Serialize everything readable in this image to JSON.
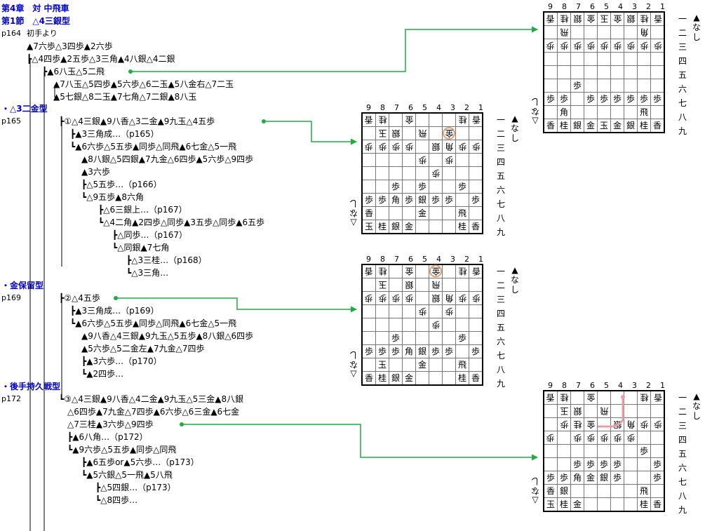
{
  "colors": {
    "heading": "#0000cc",
    "arrow": "#22aa44",
    "highlight": "#e8a070",
    "route": "#e8a0a8"
  },
  "headings": {
    "chapter": "第4章　対 中飛車",
    "section": "第1節　△4三銀型"
  },
  "labels": {
    "sub1": "・△3二金型",
    "sub2": "・金保留型",
    "sub3": "・後手持久戦型"
  },
  "pages": {
    "p164": "p164",
    "p165": "p165",
    "p169": "p169",
    "p172": "p172",
    "ref": "初手より"
  },
  "moves": [
    "▲7六歩△3四歩▲2六歩",
    "┣△4四歩▲2五歩△3三角▲4八銀△4二銀",
    "┣▲6八玉△5二飛",
    "▲7八玉△5四歩▲5六歩△6二玉▲5八金右△7二玉",
    "▲5七銀△8二玉▲7七角△7二銀▲8八玉",
    "┣①△4三銀▲9八香△3二金▲9九玉△4五歩",
    "┣▲3三角成…（p165）",
    "┗▲6六歩△5五歩▲同歩△同飛▲6七金△5一飛",
    "▲8八銀△5四銀▲7九金△6四歩▲5六歩△9四歩",
    "▲3六歩",
    "┣△5五歩…（p166）",
    "┗△9五歩▲8六角",
    "┣△6三銀上…（p167）",
    "┗△4二角▲2四歩△同歩▲3五歩△同歩▲6五歩",
    "┣△同歩…（p167）",
    "┗△同銀▲7七角",
    "┣△3三桂…（p168）",
    "┗△3三角…",
    "┣②△4五歩",
    "┣▲3三角成…（p169）",
    "┗▲6六歩△5五歩▲同歩△同飛▲6七金△5一飛",
    "▲9八香△4三銀▲9九玉△5五歩▲8八銀△6四歩",
    "▲5六歩△5二金左▲7九金△7四歩",
    "┣▲3六歩…（p170）",
    "┗▲2四歩…",
    "┗③△4三銀▲9八香△4二金▲9九玉△5三金▲8八銀",
    "△6四歩▲7九金△7四歩▲6六歩△6三金▲6七金",
    "△7三桂▲3六歩△9四歩",
    "┣▲6八角…（p172）",
    "┗▲9六歩△5五歩▲同歩△同飛",
    "┣▲6五歩or▲5六歩…（p173）",
    "┗▲5六銀△5一飛▲5八飛",
    "┣△5四銀…（p173）",
    "┗△8四歩…"
  ],
  "files": [
    "9",
    "8",
    "7",
    "6",
    "5",
    "4",
    "3",
    "2",
    "1"
  ],
  "ranks": [
    "一",
    "二",
    "三",
    "四",
    "五",
    "六",
    "七",
    "八",
    "九"
  ],
  "hands": {
    "black": "▲なし",
    "white": "△なし"
  },
  "boards": [
    {
      "id": "board1",
      "hl": [],
      "rows": [
        "v香v桂v銀v金v玉v金v銀v桂v香",
        "・v飛・・・・・v角・",
        "v歩v歩v歩v歩v歩v歩v歩v歩v歩",
        "・・・・・・・・・",
        "・・・・・・・・・",
        "・・歩・・・・・・",
        "歩歩・歩歩歩歩歩歩",
        "・角・・・・・飛・",
        "香桂銀金玉金銀桂香"
      ]
    },
    {
      "id": "board2",
      "hl": [
        [
          1,
          6
        ]
      ],
      "rows": [
        "v香v桂・v金・・・v桂v香",
        "・v玉v銀・v飛・v金・・",
        "v歩v歩v歩v歩・v銀v角v歩v歩",
        "・・・・v歩・v歩・・",
        "・・・・・v歩・・・",
        "・・歩・歩・・歩・",
        "歩歩角歩銀歩歩・歩",
        "香・・・金・・飛・",
        "玉桂銀金・・・桂香"
      ]
    },
    {
      "id": "board3",
      "hl": [
        [
          0,
          5
        ]
      ],
      "rows": [
        "v香v桂・v金・v金・v桂v香",
        "・v玉・v銀・v飛・・・",
        "v歩v歩v歩v歩・v銀v角v歩v歩",
        "・・・・v歩・v歩・・",
        "・・・・・v歩・・・",
        "・・歩・・・・歩・",
        "歩歩歩角銀歩歩・歩",
        "・玉・・金・・飛・",
        "香桂銀金・・・桂香"
      ]
    },
    {
      "id": "board4",
      "hl": [],
      "rows": [
        "v香v桂・v金・・・v桂v香",
        "・v玉v銀・v飛・・・・",
        "・v歩v桂v金・v銀v角v歩v歩",
        "v歩・v歩v歩v歩v歩v歩・・",
        "・・・・・・・歩・",
        "・・歩歩歩歩・・歩",
        "歩歩角金銀歩・・歩",
        "香銀・・・・・飛・",
        "玉桂金・・・・桂香"
      ]
    }
  ]
}
